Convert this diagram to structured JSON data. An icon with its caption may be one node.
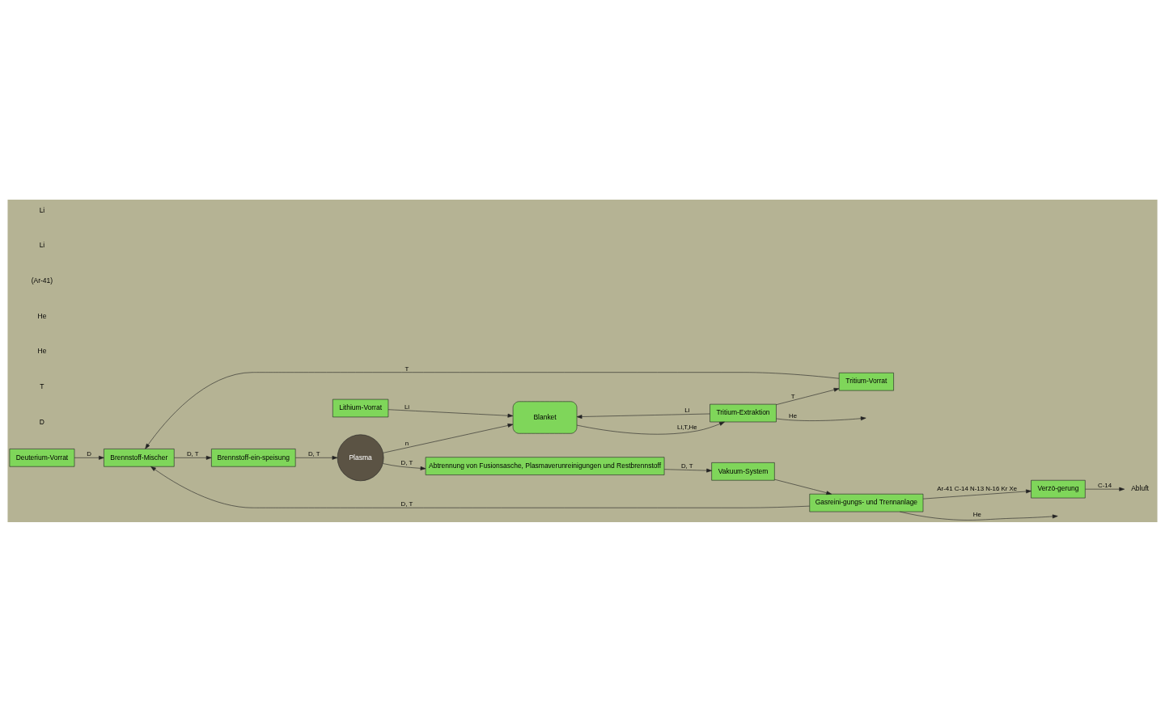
{
  "diagram": {
    "nodes": [
      {
        "text": [
          "Deuterium-Vorrat"
        ]
      },
      {
        "text": [
          "Tritium-Vorrat"
        ]
      },
      {
        "text": [
          "Abluft"
        ]
      },
      {
        "text": [
          "Brennstoff-Mischer"
        ]
      },
      {
        "text": [
          "Gasreini-gungs- und Trennanlage"
        ]
      },
      {
        "text": [
          "Verzö-gerung"
        ]
      },
      {
        "text": [
          "Brennstoff-ein-speisung"
        ]
      },
      {
        "text": [
          "Plasma"
        ]
      },
      {
        "text": [
          "Abtrennung von Fusionsasche, Plasmaverunreinigungen und Restbrennstoff"
        ]
      },
      {
        "text": [
          "Vakuum-System"
        ]
      },
      {
        "text": [
          "Blanket"
        ]
      },
      {
        "text": [
          "Tritium-Extraktion"
        ]
      },
      {
        "text": [
          "Lithium-Vorrat"
        ]
      }
    ],
    "edges": [
      {
        "from": 0,
        "to": 3,
        "arrow": "to",
        "label": "D"
      },
      {
        "from": 1,
        "to": 3,
        "arrow": "to",
        "label": "T"
      },
      {
        "from": 4,
        "to": 3,
        "arrow": "to",
        "label": "D, T"
      },
      {
        "from": 3,
        "to": 6,
        "arrow": "to",
        "label": "D, T"
      },
      {
        "from": 6,
        "to": 7,
        "arrow": "to",
        "label": "D, T"
      },
      {
        "from": 7,
        "to": 8,
        "arrow": "to",
        "label": "D, T"
      },
      {
        "from": 8,
        "to": 9,
        "arrow": "to",
        "label": "D, T"
      },
      {
        "from": 9,
        "to": 4,
        "arrow": "to"
      },
      {
        "from": 4,
        "to": null,
        "arrow": "to",
        "label": "He"
      },
      {
        "from": 4,
        "to": 5,
        "arrow": "to",
        "label": "Ar-41 C-14 N-13 N-16 Kr Xe"
      },
      {
        "from": 5,
        "to": 2,
        "arrow": "to",
        "label": "C-14"
      },
      {
        "from": 7,
        "to": 10,
        "arrow": "to",
        "label": "n"
      },
      {
        "from": 10,
        "to": 11,
        "arrow": "to",
        "label": "Li,T,He"
      },
      {
        "from": 11,
        "to": 1,
        "arrow": "to",
        "label": "T"
      },
      {
        "from": 11,
        "to": null,
        "arrow": "to",
        "label": "He"
      },
      {
        "from": 12,
        "to": 10,
        "arrow": "to",
        "label": "Li"
      },
      {
        "from": 11,
        "to": 10,
        "arrow": "to",
        "label": "Li"
      }
    ],
    "labels": [
      "D",
      "T",
      "He",
      "He",
      "(Ar-41)",
      "Li",
      "Li"
    ]
  }
}
